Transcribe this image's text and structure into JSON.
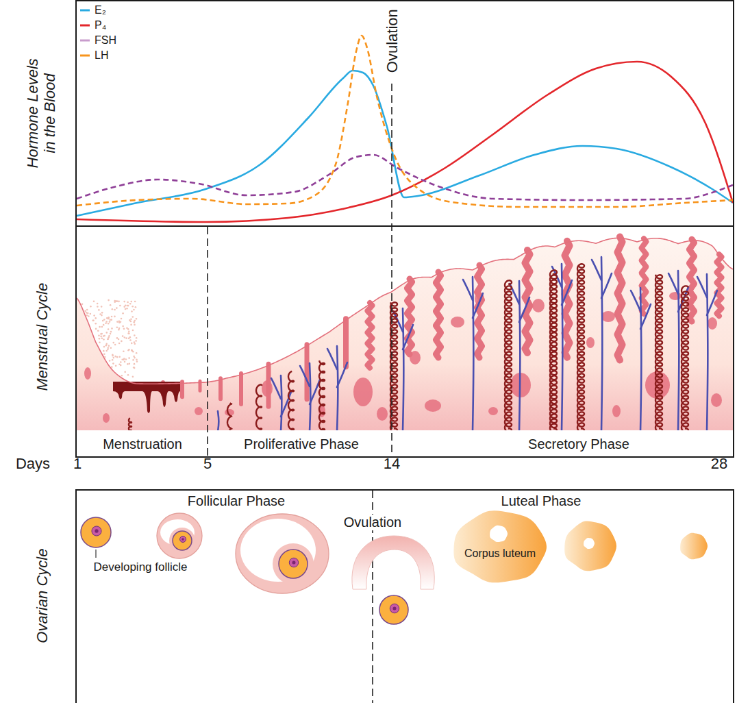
{
  "diagram": {
    "nodes": [
      {
        "text": [
          "Hormone Levels in the Blood",
          "Ovulation"
        ]
      },
      {
        "text": [
          "Menstrual Cycle",
          "Menstruation",
          "Proliferative Phase",
          "Secretory Phase"
        ]
      },
      {
        "text": [
          "Ovarian Cycle",
          "Follicular Phase",
          "Ovulation",
          "Luteal Phase",
          "Developing follicle",
          "Corpus luteum"
        ]
      }
    ],
    "labels": [
      "Days",
      "1",
      "5",
      "14",
      "28"
    ],
    "legend": [
      {
        "text": "E₂"
      },
      {
        "text": "P₄"
      },
      {
        "text": "FSH"
      },
      {
        "text": "LH"
      }
    ]
  }
}
